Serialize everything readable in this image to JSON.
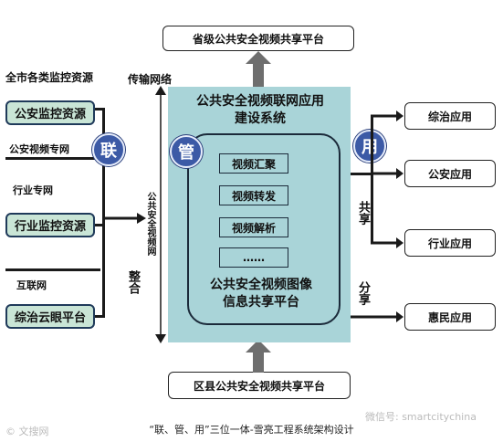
{
  "top_platform": "省级公共安全视频共享平台",
  "bottom_platform": "区县公共安全视频共享平台",
  "left": {
    "header": "全市各类监控资源",
    "resource_1": "公安监控资源",
    "network_1": "公安视频专网",
    "network_2": "行业专网",
    "resource_2": "行业监控资源",
    "network_3": "互联网",
    "resource_3": "综治云眼平台",
    "circle": "联"
  },
  "transport": {
    "label": "传输网络",
    "vertical_label": "公共安全视频网",
    "integrate": "整合"
  },
  "center": {
    "title": "公共安全视频联网应用建设系统",
    "circle": "管",
    "item_1": "视频汇聚",
    "item_2": "视频转发",
    "item_3": "视频解析",
    "item_4": "……",
    "subtitle": "公共安全视频图像信息共享平台"
  },
  "right": {
    "circle": "用",
    "share_label": "共享",
    "distribute_label": "分享",
    "app_1": "综治应用",
    "app_2": "公安应用",
    "app_3": "行业应用",
    "app_4": "惠民应用"
  },
  "caption": "“联、管、用”三位一体-雪亮工程系统架构设计",
  "watermark_left": "© 文搜网",
  "watermark_right": "微信号: smartcitychina"
}
